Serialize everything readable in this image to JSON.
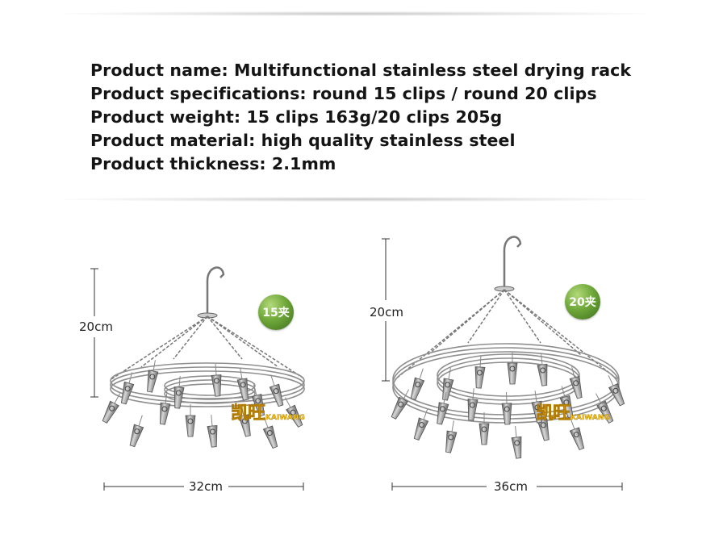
{
  "specs": [
    "Product name: Multifunctional stainless steel drying rack",
    "Product specifications: round 15 clips / round 20 clips",
    "Product weight: 15 clips 163g/20 clips 205g",
    "Product material: high quality stainless steel",
    "Product thickness: 2.1mm"
  ],
  "rack_small": {
    "height_label": "20cm",
    "width_label": "32cm",
    "badge": "15夹"
  },
  "rack_large": {
    "height_label": "20cm",
    "width_label": "36cm",
    "badge": "20夹"
  },
  "brand": {
    "chinese": "凯旺",
    "latin": "KAIWANG"
  },
  "colors": {
    "badge_green": "#6fa83a",
    "brand_yellow": "#f6c21b",
    "steel": "#9a9a9a"
  }
}
